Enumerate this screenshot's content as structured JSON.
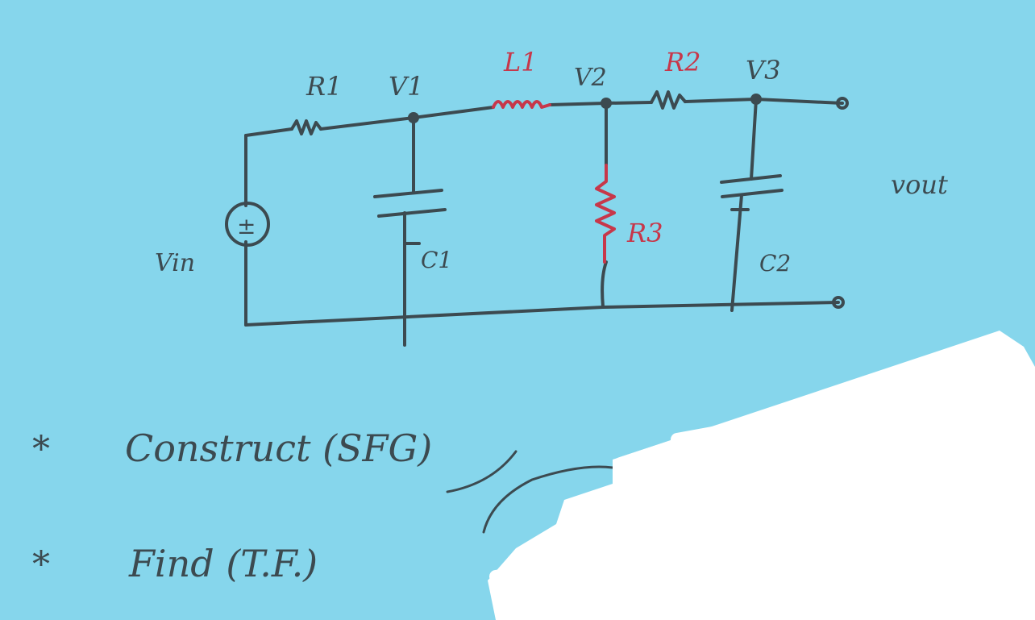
{
  "colors": {
    "board": "#86d6ec",
    "ink": "#3c4a50",
    "red_ink": "#c7374a",
    "scribble": "#ffffff"
  },
  "circuit": {
    "labels": {
      "vin": "Vin",
      "r1": "R1",
      "v1": "V1",
      "l1": "L1",
      "v2": "V2",
      "r2": "R2",
      "v3": "V3",
      "c1": "C1",
      "r3": "R3",
      "c2": "C2",
      "vout": "vout",
      "source": "±"
    }
  },
  "tasks": [
    {
      "bullet": "*",
      "text": "Construct (SFG)"
    },
    {
      "bullet": "*",
      "text": "Find (T.F.)"
    }
  ]
}
